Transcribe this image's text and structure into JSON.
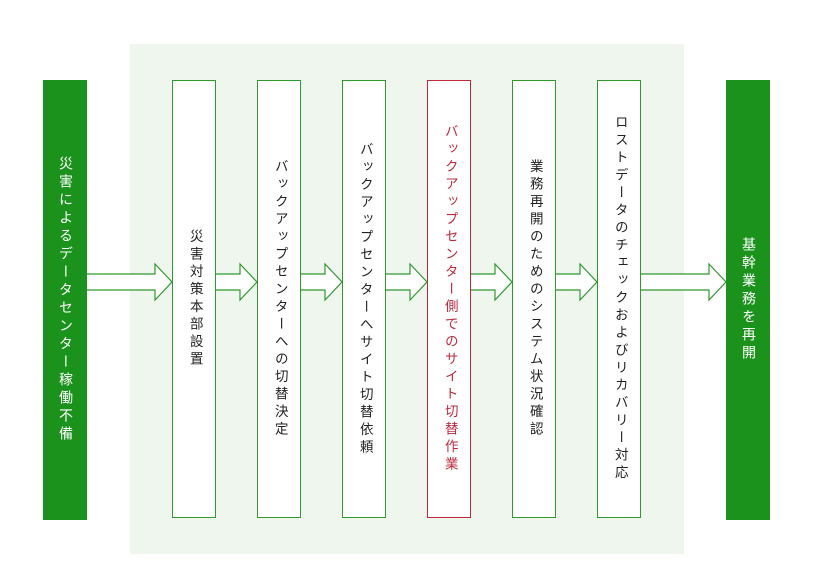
{
  "colors": {
    "brand_green": "#1a921c",
    "step_border": "#2e9a2e",
    "highlight_red": "#c0283c",
    "panel_bg": "#eef6ee",
    "arrow_stroke": "#2e9a2e"
  },
  "flow": {
    "start": "災害によるデータセンター稼働不備",
    "steps": [
      "災害対策本部設置",
      "バックアップセンターへの切替決定",
      "バックアップセンターへサイト切替依頼",
      "バックアップセンター側でのサイト切替作業",
      "業務再開のためのシステム状況確認",
      "ロストデータのチェックおよびリカバリー対応"
    ],
    "end": "基幹業務を再開"
  }
}
